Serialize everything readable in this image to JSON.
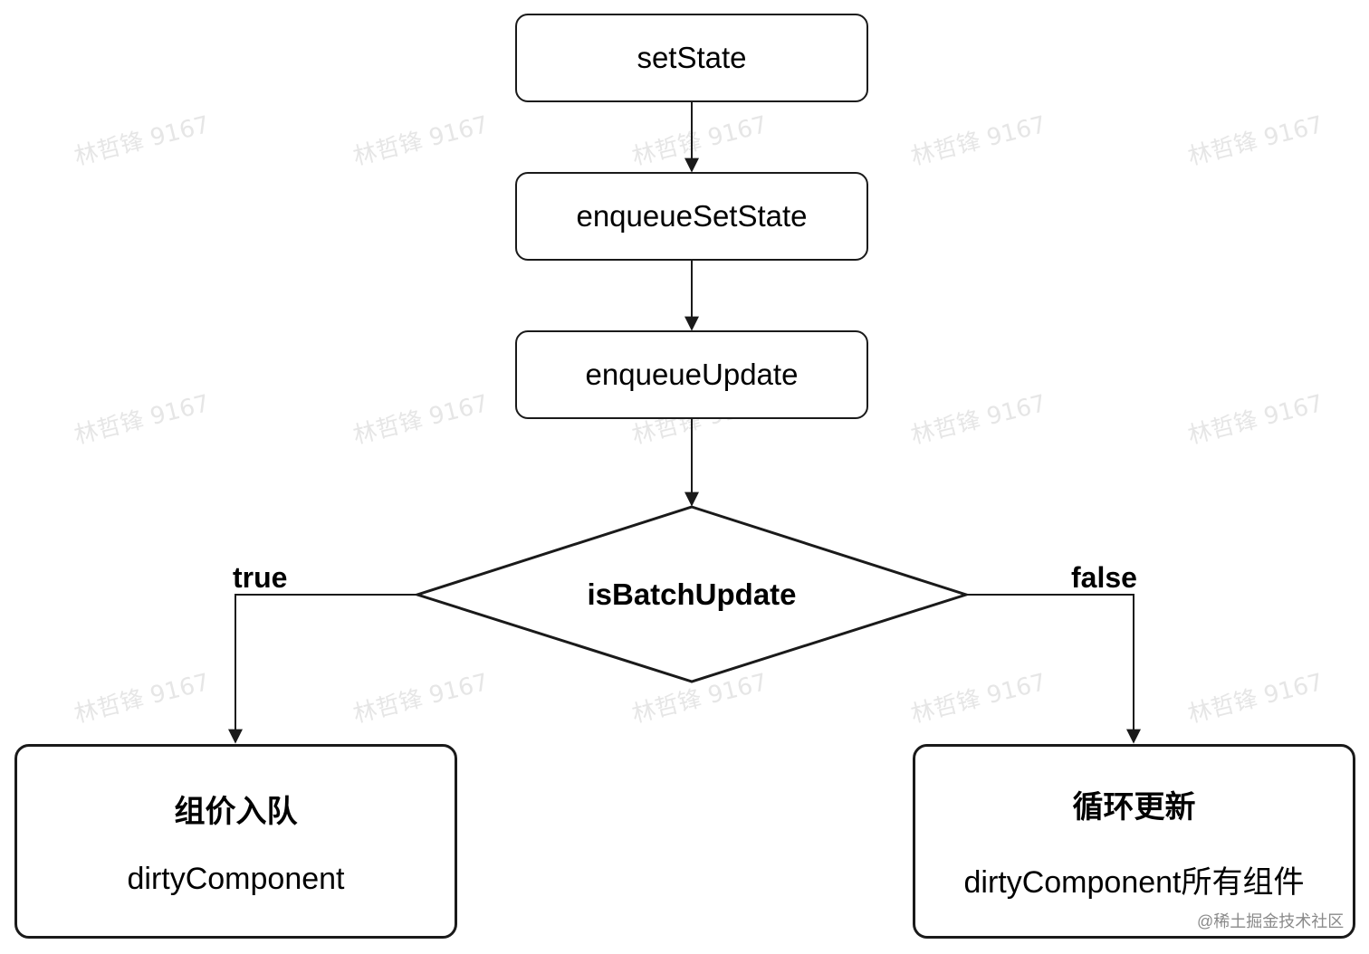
{
  "watermark": "林哲锋 9167",
  "nodes": {
    "set_state": "setState",
    "enqueue_set_state": "enqueueSetState",
    "enqueue_update": "enqueueUpdate",
    "decision": "isBatchUpdate",
    "left_box": {
      "title": "组价入队",
      "subtitle": "dirtyComponent"
    },
    "right_box": {
      "title": "循环更新",
      "subtitle": "dirtyComponent所有组件"
    }
  },
  "edges": {
    "true_label": "true",
    "false_label": "false"
  },
  "credit": "@稀土掘金技术社区"
}
